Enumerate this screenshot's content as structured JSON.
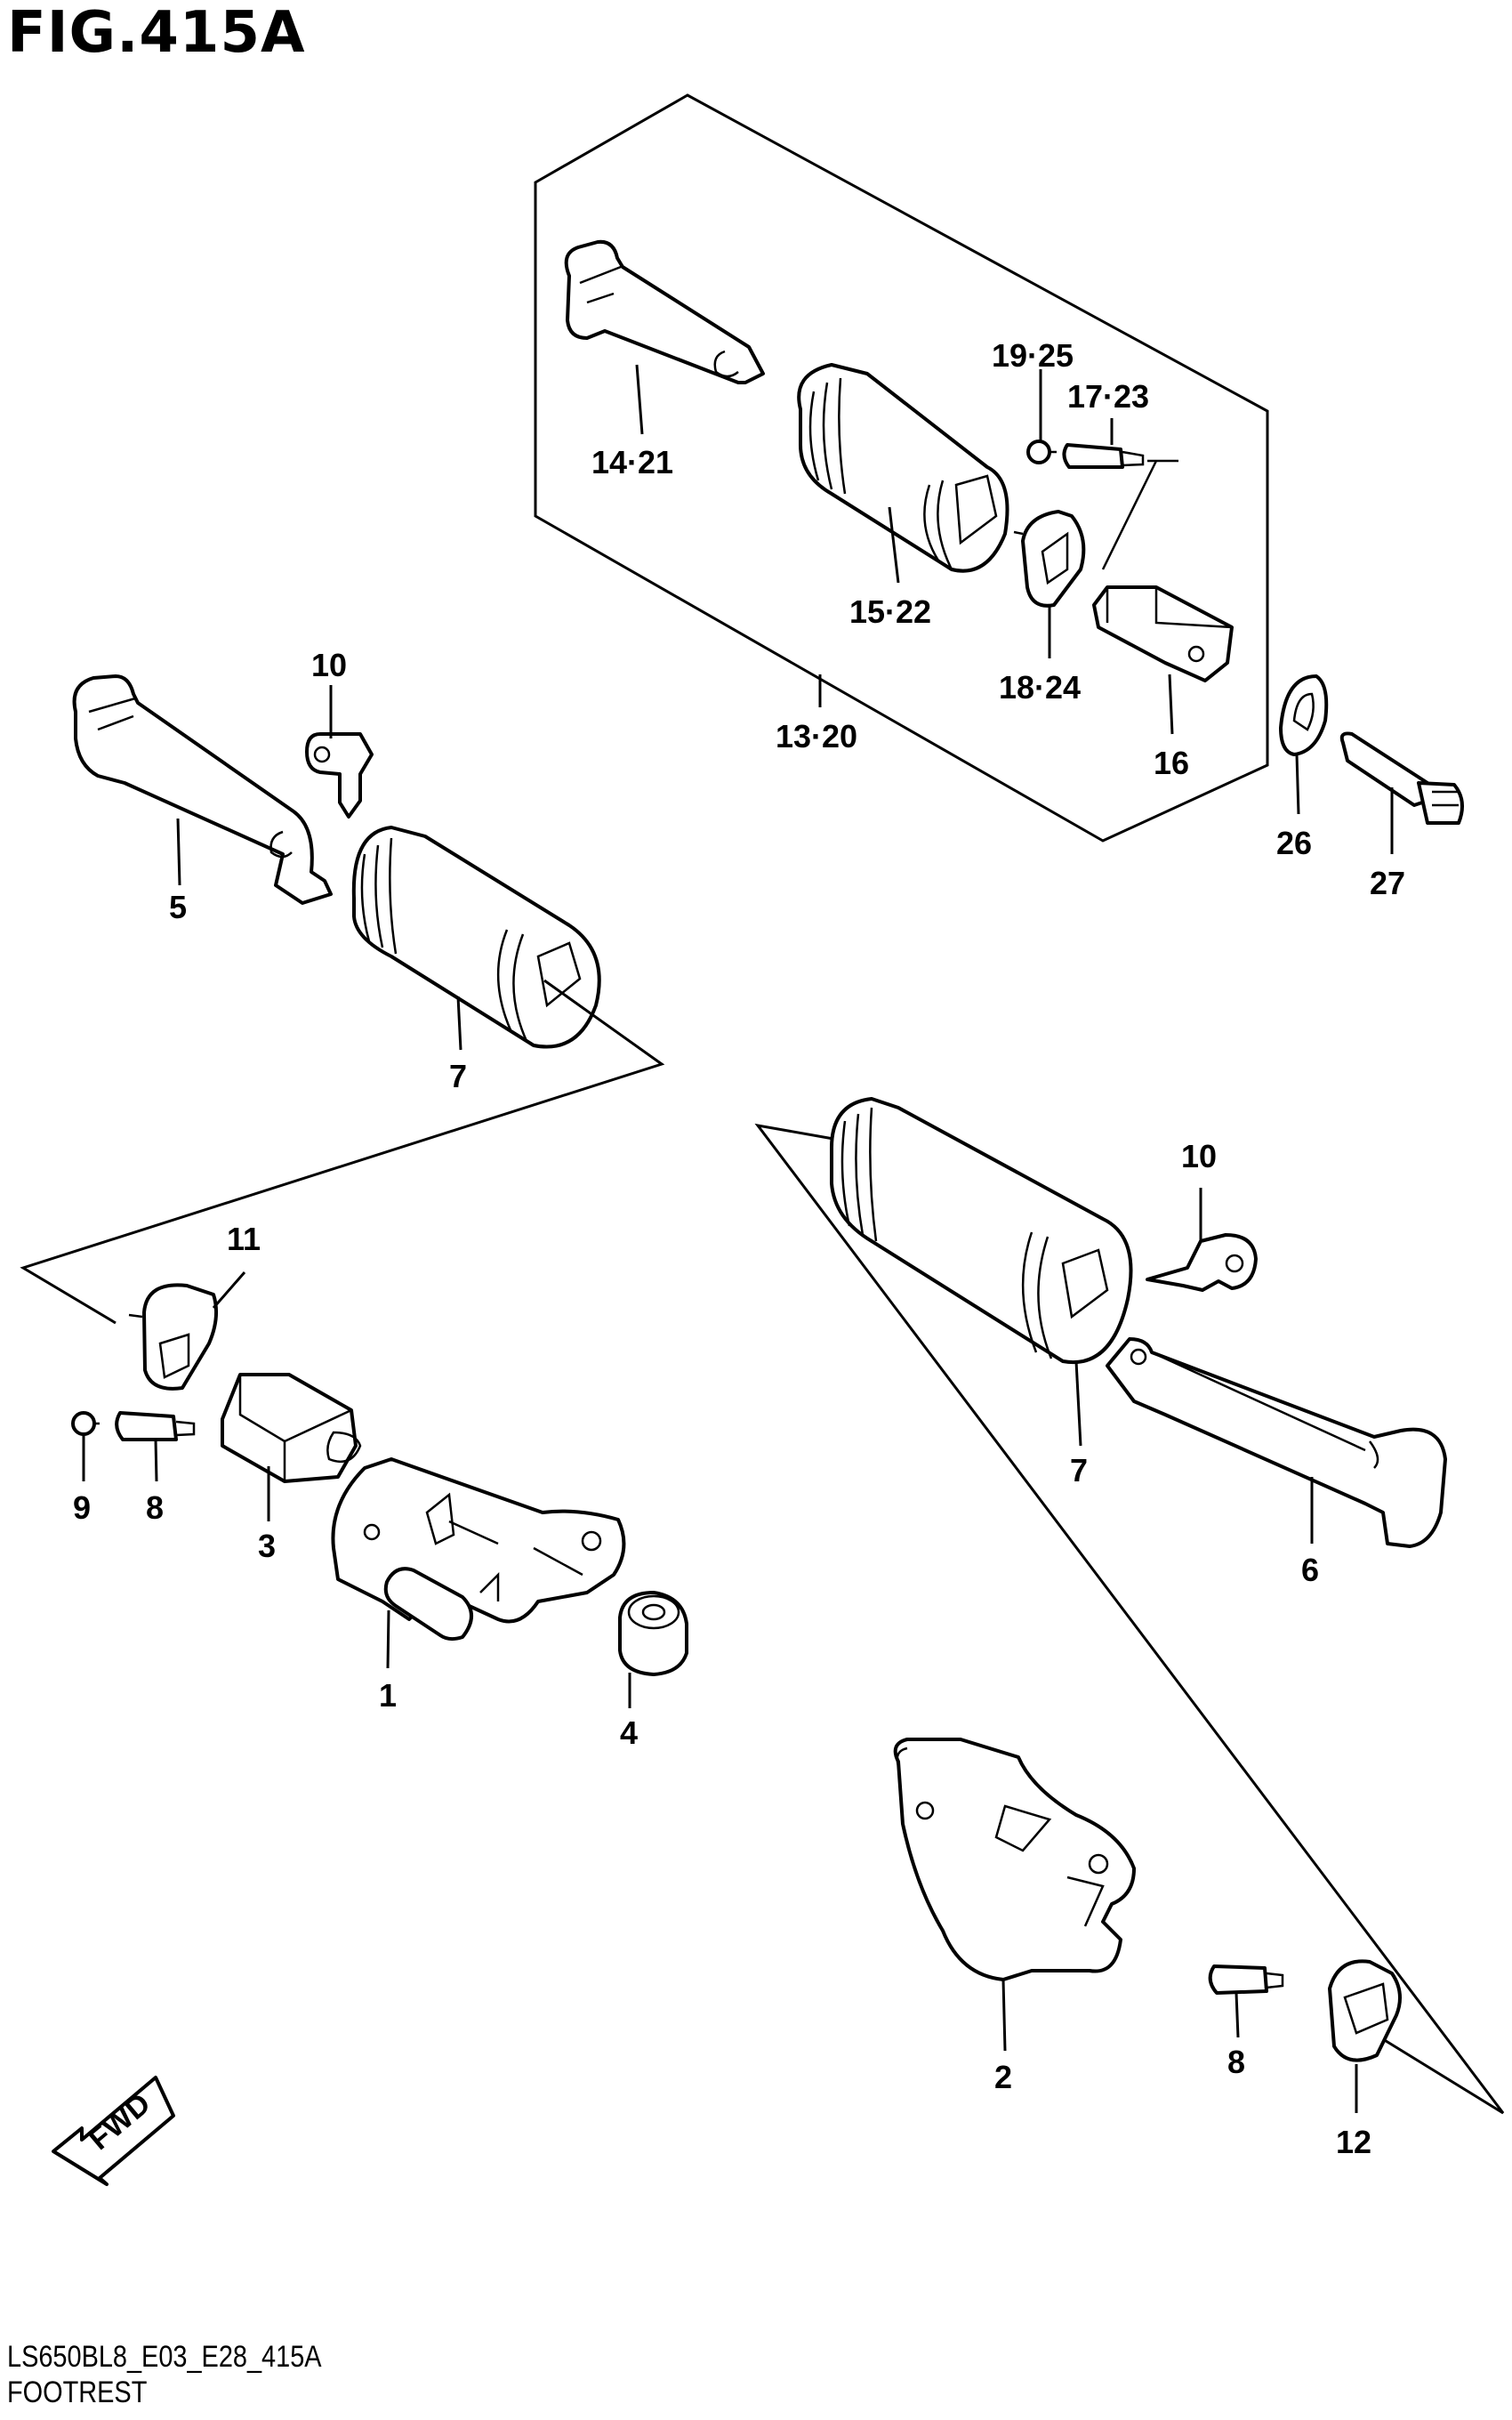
{
  "figure": {
    "title": "FIG.415A",
    "code": "LS650BL8_E03_E28_415A",
    "name": "FOOTREST",
    "fwd_label": "FWD"
  },
  "callouts": [
    {
      "id": "c-14-21",
      "text": "14·21"
    },
    {
      "id": "c-15-22",
      "text": "15·22"
    },
    {
      "id": "c-19-25",
      "text": "19·25"
    },
    {
      "id": "c-17-23",
      "text": "17·23"
    },
    {
      "id": "c-18-24",
      "text": "18·24"
    },
    {
      "id": "c-13-20",
      "text": "13·20"
    },
    {
      "id": "c-16",
      "text": "16"
    },
    {
      "id": "c-26",
      "text": "26"
    },
    {
      "id": "c-27",
      "text": "27"
    },
    {
      "id": "c-10a",
      "text": "10"
    },
    {
      "id": "c-5",
      "text": "5"
    },
    {
      "id": "c-7a",
      "text": "7"
    },
    {
      "id": "c-11",
      "text": "11"
    },
    {
      "id": "c-9",
      "text": "9"
    },
    {
      "id": "c-8a",
      "text": "8"
    },
    {
      "id": "c-3",
      "text": "3"
    },
    {
      "id": "c-1",
      "text": "1"
    },
    {
      "id": "c-4",
      "text": "4"
    },
    {
      "id": "c-10b",
      "text": "10"
    },
    {
      "id": "c-7b",
      "text": "7"
    },
    {
      "id": "c-6",
      "text": "6"
    },
    {
      "id": "c-2",
      "text": "2"
    },
    {
      "id": "c-8b",
      "text": "8"
    },
    {
      "id": "c-12",
      "text": "12"
    }
  ]
}
